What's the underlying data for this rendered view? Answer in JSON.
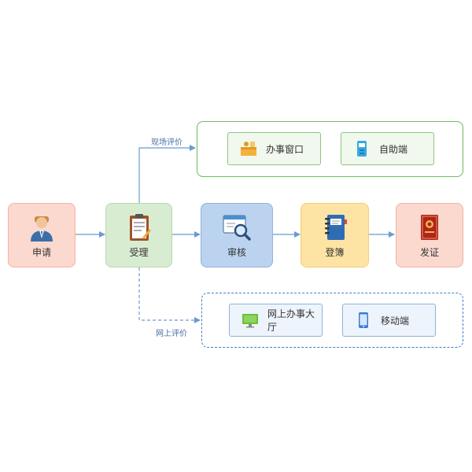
{
  "stages": {
    "apply": {
      "label": "申请",
      "fill": "#fbd9cf",
      "border": "#f2b3a3",
      "icon": "person-icon"
    },
    "accept": {
      "label": "受理",
      "fill": "#d8ecd2",
      "border": "#b7d8ad",
      "icon": "clipboard-icon"
    },
    "review": {
      "label": "审核",
      "fill": "#bcd3ef",
      "border": "#8fb2da",
      "icon": "magnifier-icon"
    },
    "register": {
      "label": "登簿",
      "fill": "#fde4a4",
      "border": "#f3cd73",
      "icon": "notebook-icon"
    },
    "issue": {
      "label": "发证",
      "fill": "#fbd9cf",
      "border": "#f2b3a3",
      "icon": "certificate-icon"
    }
  },
  "edges": {
    "onsite_label": "现场评价",
    "online_label": "网上评价"
  },
  "onsite": {
    "window": {
      "label": "办事窗口",
      "icon": "service-window-icon"
    },
    "terminal": {
      "label": "自助端",
      "icon": "kiosk-icon"
    }
  },
  "online": {
    "hall": {
      "label": "网上办事大厅",
      "icon": "monitor-icon"
    },
    "mobile": {
      "label": "移动端",
      "icon": "phone-icon"
    }
  },
  "colors": {
    "connector": "#6a9bd1",
    "onsite_panel": "#6dbb5f",
    "online_panel": "#3f7fc4"
  }
}
